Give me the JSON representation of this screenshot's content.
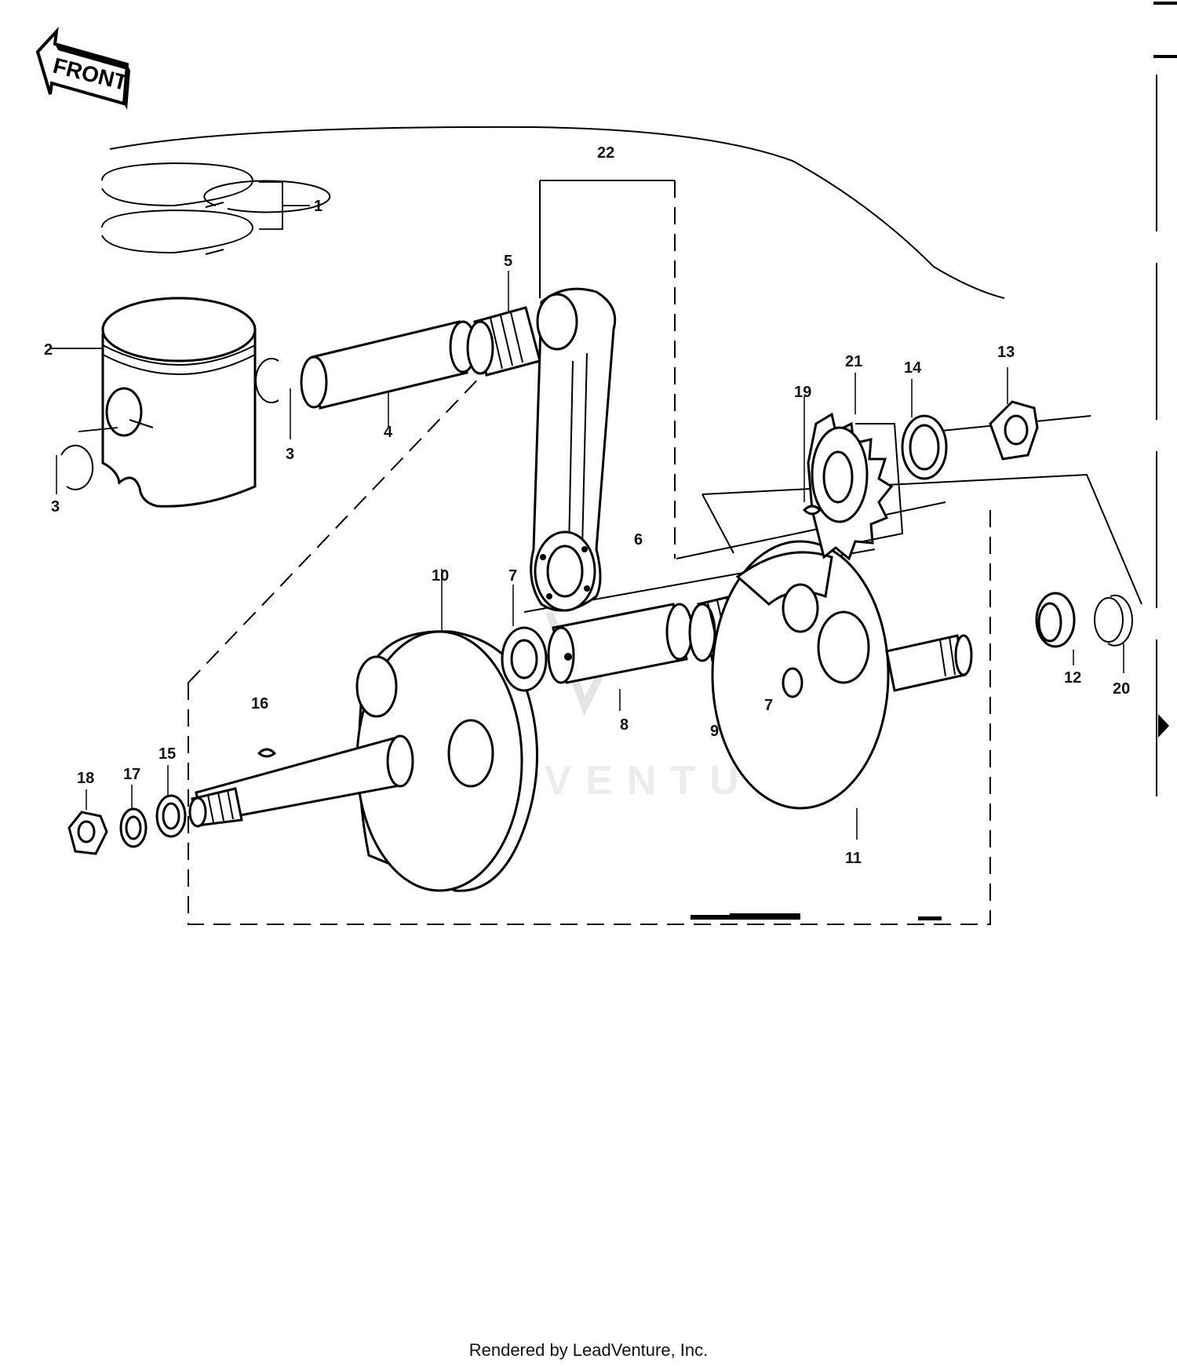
{
  "diagram": {
    "front_label": "FRONT",
    "watermark": "LEADVENTURE",
    "footer": "Rendered by LeadVenture, Inc.",
    "callouts": [
      "1",
      "2",
      "3",
      "3",
      "4",
      "5",
      "6",
      "7",
      "7",
      "8",
      "9",
      "10",
      "11",
      "12",
      "13",
      "14",
      "15",
      "16",
      "17",
      "18",
      "19",
      "20",
      "21",
      "22"
    ]
  }
}
